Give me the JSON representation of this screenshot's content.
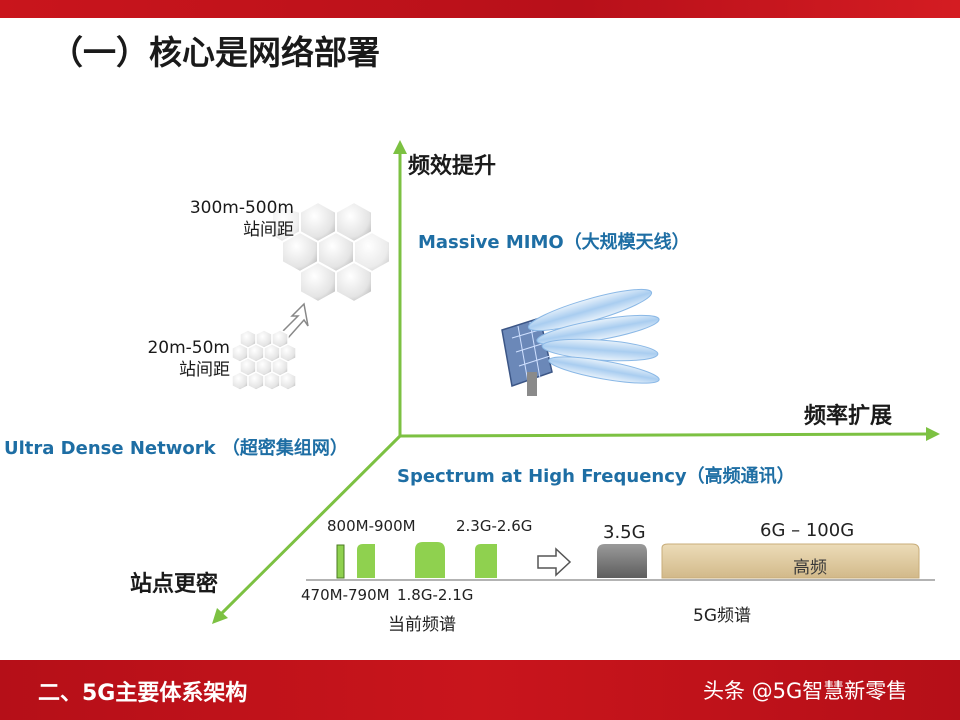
{
  "slide": {
    "title": "（一）核心是网络部署",
    "axes": {
      "y_label": "频效提升",
      "x_label": "频率扩展",
      "z_label": "站点更密"
    },
    "labels": {
      "massive_mimo": "Massive  MIMO（大规模天线）",
      "udn": "Ultra Dense Network  （超密集组网）",
      "spectrum": "Spectrum at High Frequency（高频通讯）"
    },
    "cells": {
      "large_range": "300m-500m",
      "large_unit": "站间距",
      "small_range": "20m-50m",
      "small_unit": "站间距"
    },
    "spectrum_bands": {
      "b800": "800M-900M",
      "b23": "2.3G-2.6G",
      "b470": "470M-790M",
      "b18": "1.8G-2.1G",
      "current": "当前频谱",
      "b35": "3.5G",
      "b6": "6G – 100G",
      "high": "高频",
      "fiveg": "5G频谱"
    }
  },
  "footer": {
    "section": "二、5G主要体系架构",
    "watermark": "头条 @5G智慧新零售"
  },
  "colors": {
    "brand_red": "#c9151c",
    "axis_green": "#7cc142",
    "label_blue": "#1e6ea4",
    "band_green": "#8fd14f",
    "band_tan": "#d9c49a"
  }
}
